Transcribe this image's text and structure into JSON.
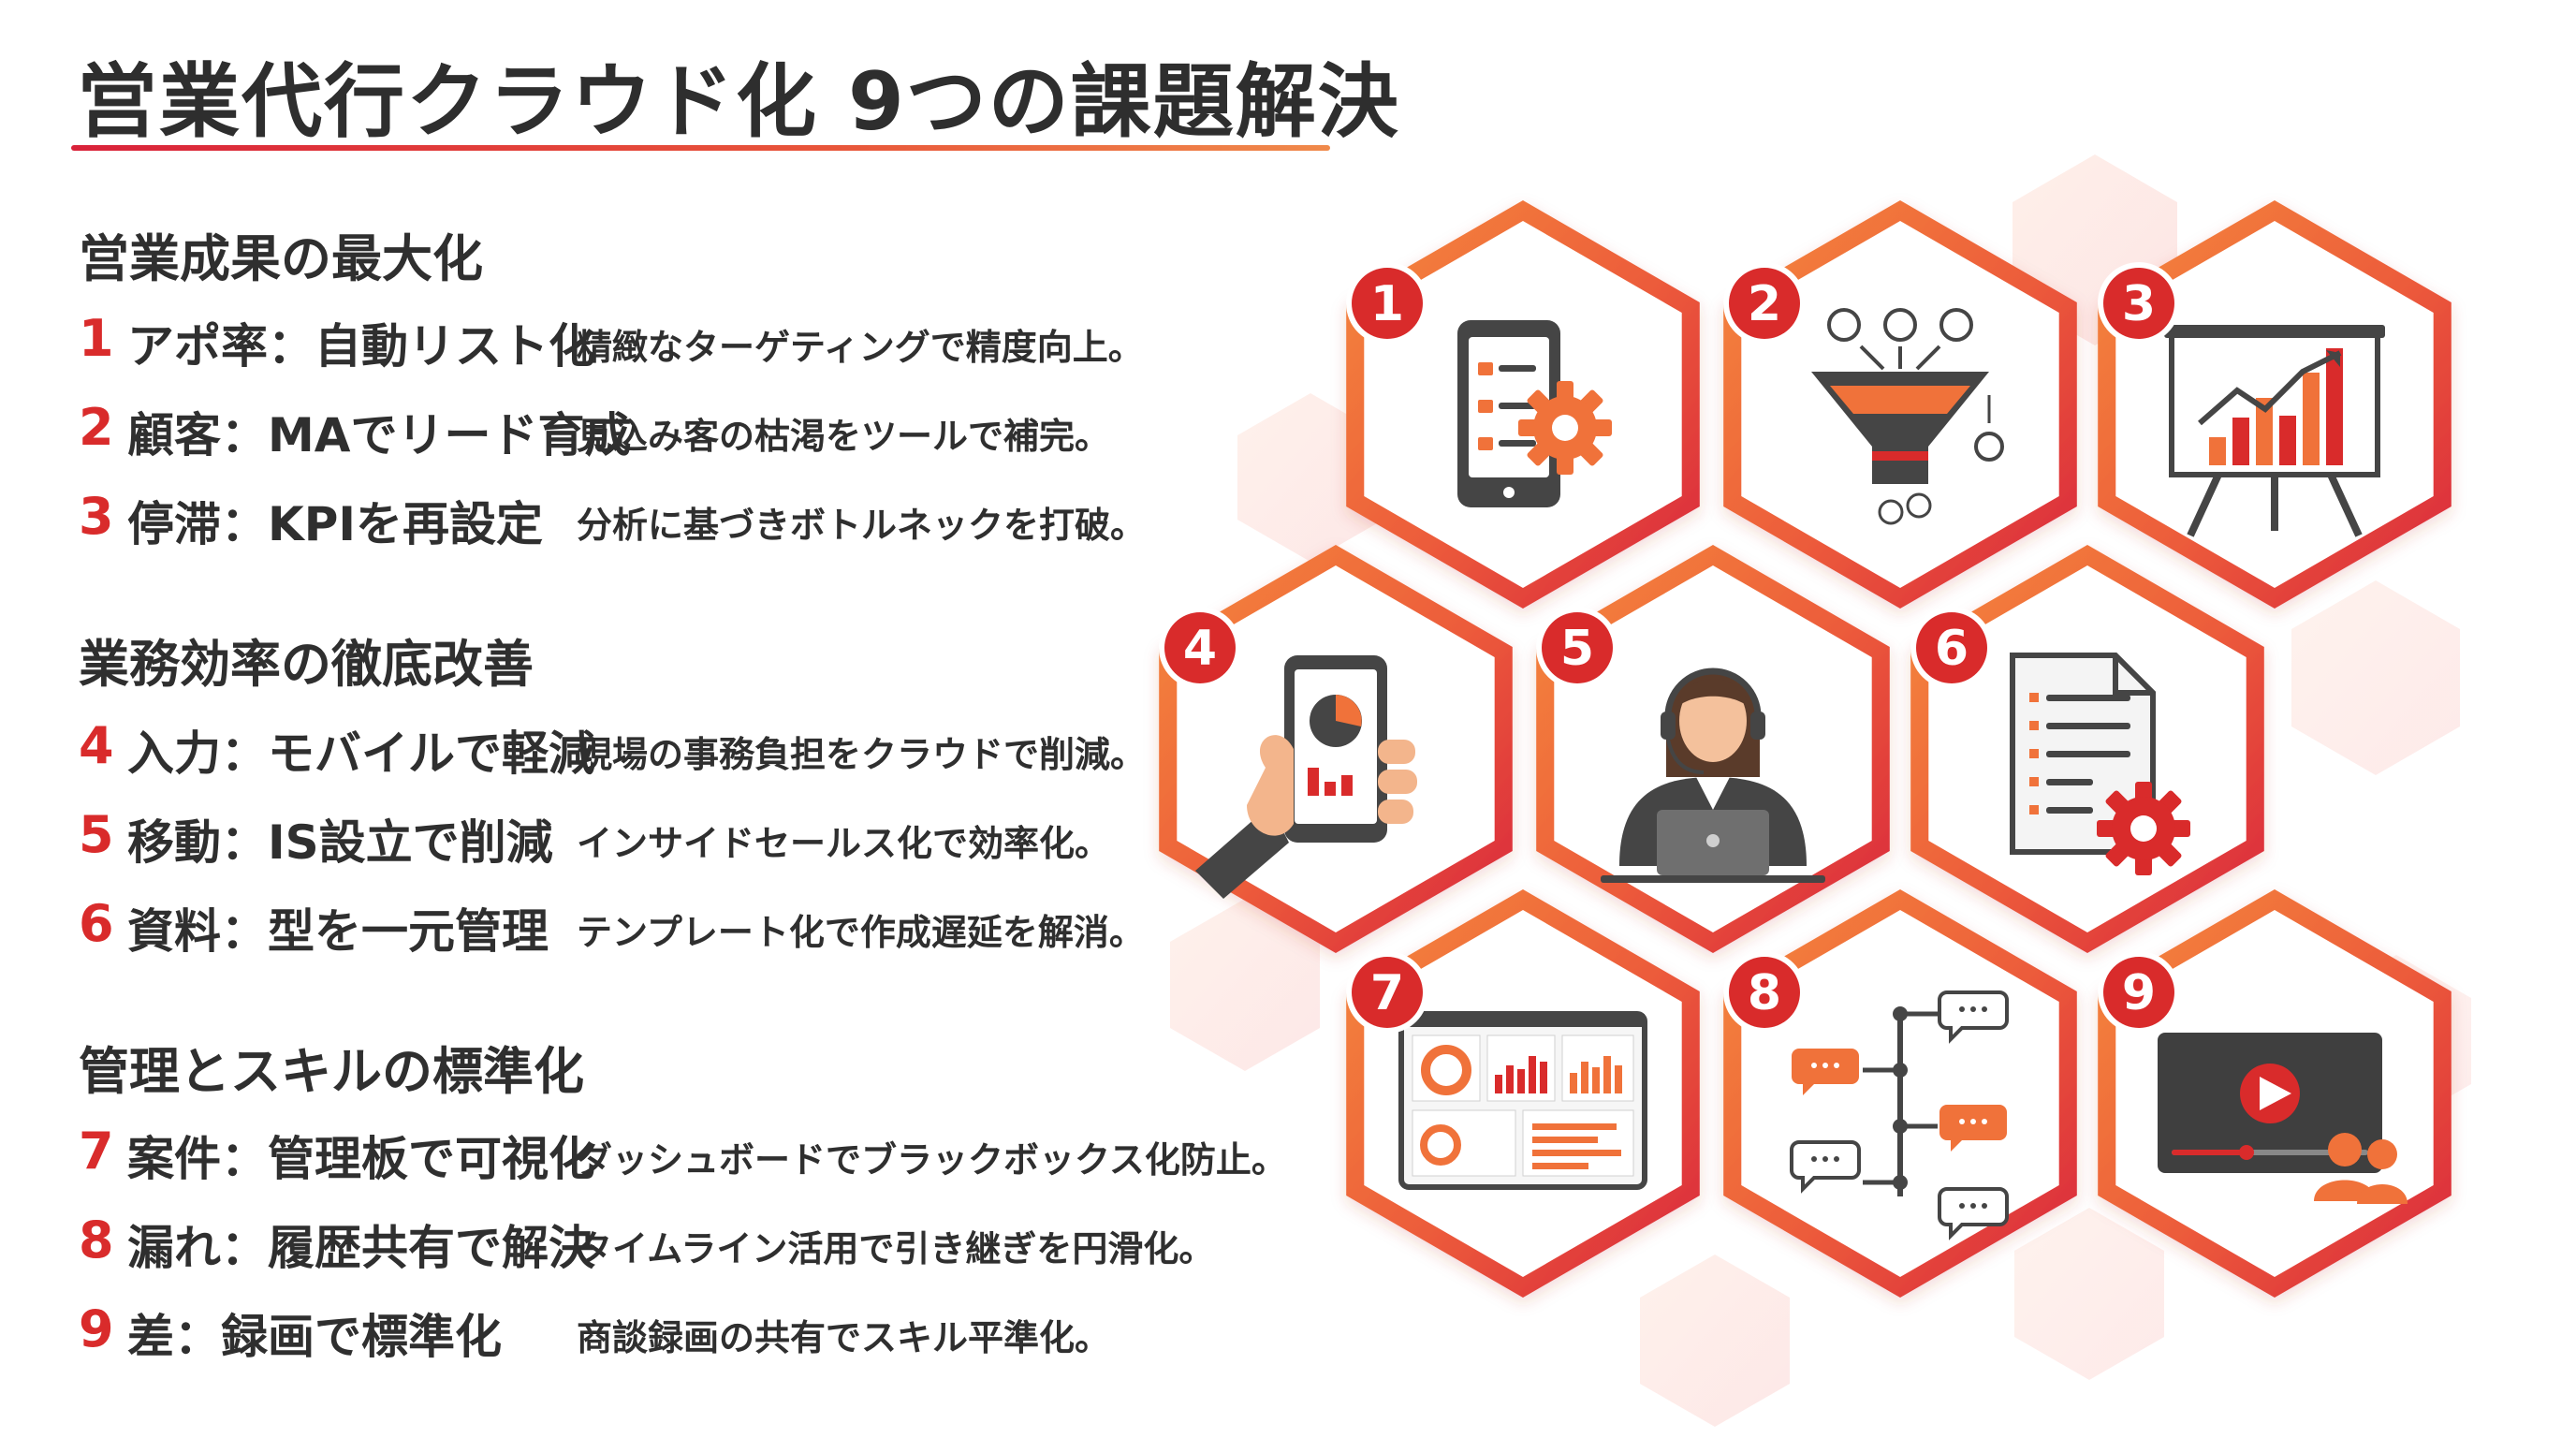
{
  "title": "営業代行クラウド化 9つの課題解決",
  "sections": [
    {
      "heading": "営業成果の最大化",
      "items": [
        {
          "num": "1",
          "topic": "アポ率：自動リスト化",
          "desc": "精緻なターゲティングで精度向上。"
        },
        {
          "num": "2",
          "topic": "顧客：MAでリード育成",
          "desc": "見込み客の枯渇をツールで補完。"
        },
        {
          "num": "3",
          "topic": "停滞：KPIを再設定",
          "desc": "分析に基づきボトルネックを打破。"
        }
      ]
    },
    {
      "heading": "業務効率の徹底改善",
      "items": [
        {
          "num": "4",
          "topic": "入力：モバイルで軽減",
          "desc": "現場の事務負担をクラウドで削減。"
        },
        {
          "num": "5",
          "topic": "移動：IS設立で削減",
          "desc": "インサイドセールス化で効率化。"
        },
        {
          "num": "6",
          "topic": "資料：型を一元管理",
          "desc": "テンプレート化で作成遅延を解消。"
        }
      ]
    },
    {
      "heading": "管理とスキルの標準化",
      "items": [
        {
          "num": "7",
          "topic": "案件：管理板で可視化",
          "desc": "ダッシュボードでブラックボックス化防止。"
        },
        {
          "num": "8",
          "topic": "漏れ：履歴共有で解決",
          "desc": "タイムライン活用で引き継ぎを円滑化。"
        },
        {
          "num": "9",
          "topic": "差：録画で標準化",
          "desc": "商談録画の共有でスキル平準化。"
        }
      ]
    }
  ],
  "hex_tiles": [
    {
      "badge": "1",
      "icon": "mobile-checklist-gear-icon"
    },
    {
      "badge": "2",
      "icon": "lead-funnel-icon"
    },
    {
      "badge": "3",
      "icon": "presentation-growth-chart-icon"
    },
    {
      "badge": "4",
      "icon": "hand-holding-phone-chart-icon"
    },
    {
      "badge": "5",
      "icon": "headset-operator-laptop-icon"
    },
    {
      "badge": "6",
      "icon": "document-gear-icon"
    },
    {
      "badge": "7",
      "icon": "dashboard-screen-icon"
    },
    {
      "badge": "8",
      "icon": "timeline-chat-bubbles-icon"
    },
    {
      "badge": "9",
      "icon": "video-play-people-icon"
    }
  ],
  "colors": {
    "accent_red": "#d92b2b",
    "accent_orange": "#f0723a",
    "text_dark": "#2f2f2f",
    "icon_gray": "#454545"
  }
}
